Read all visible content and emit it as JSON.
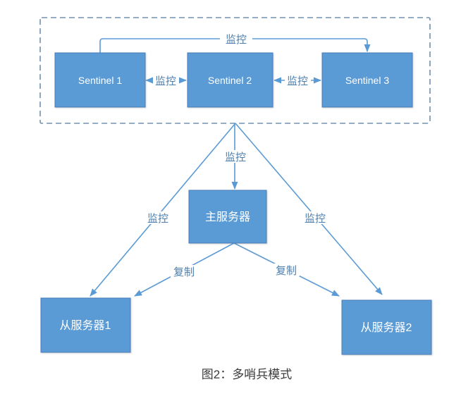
{
  "diagram": {
    "caption": "图2：多哨兵模式",
    "nodes": {
      "sentinel1": "Sentinel 1",
      "sentinel2": "Sentinel 2",
      "sentinel3": "Sentinel 3",
      "master": "主服务器",
      "slave1": "从服务器1",
      "slave2": "从服务器2"
    },
    "edge_labels": {
      "monitor": "监控",
      "replicate": "复制"
    },
    "colors": {
      "node_fill": "#5B9BD5",
      "node_border": "#4A7EBB",
      "node_text": "#FFFFFF",
      "line": "#5B9BD5",
      "edge_label_text": "#4D7FAE",
      "dashed_border": "#7090B0",
      "caption_text": "#3B3B3B",
      "background": "#FFFFFF"
    }
  }
}
